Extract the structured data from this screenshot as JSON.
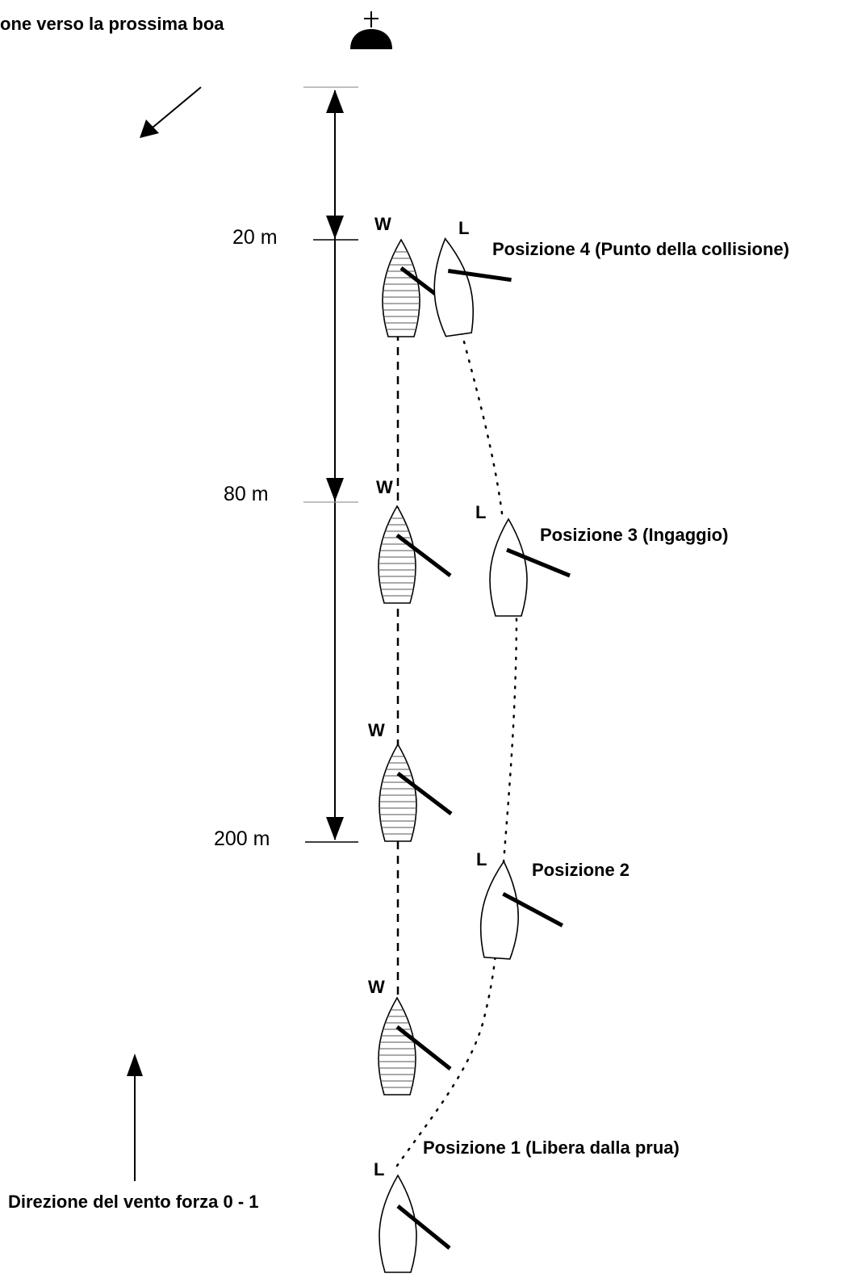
{
  "top_label": "one verso la prossima boa",
  "wind_label": "Direzione del vento forza 0 - 1",
  "distances": {
    "d20": "20 m",
    "d80": "80 m",
    "d200": "200 m"
  },
  "positions": {
    "p1": "Posizione 1 (Libera dalla prua)",
    "p2": "Posizione 2",
    "p3": "Posizione 3 (Ingaggio)",
    "p4": "Posizione 4 (Punto della collisione)"
  },
  "boat_labels": {
    "windward": "W",
    "leeward": "L"
  },
  "icons": {
    "mark": "buoy-mark-icon",
    "next_mark_direction": "arrow-down-left-icon",
    "wind": "arrow-up-icon"
  },
  "colors": {
    "ink": "#000000",
    "background": "#ffffff",
    "hatch": "#555555"
  }
}
